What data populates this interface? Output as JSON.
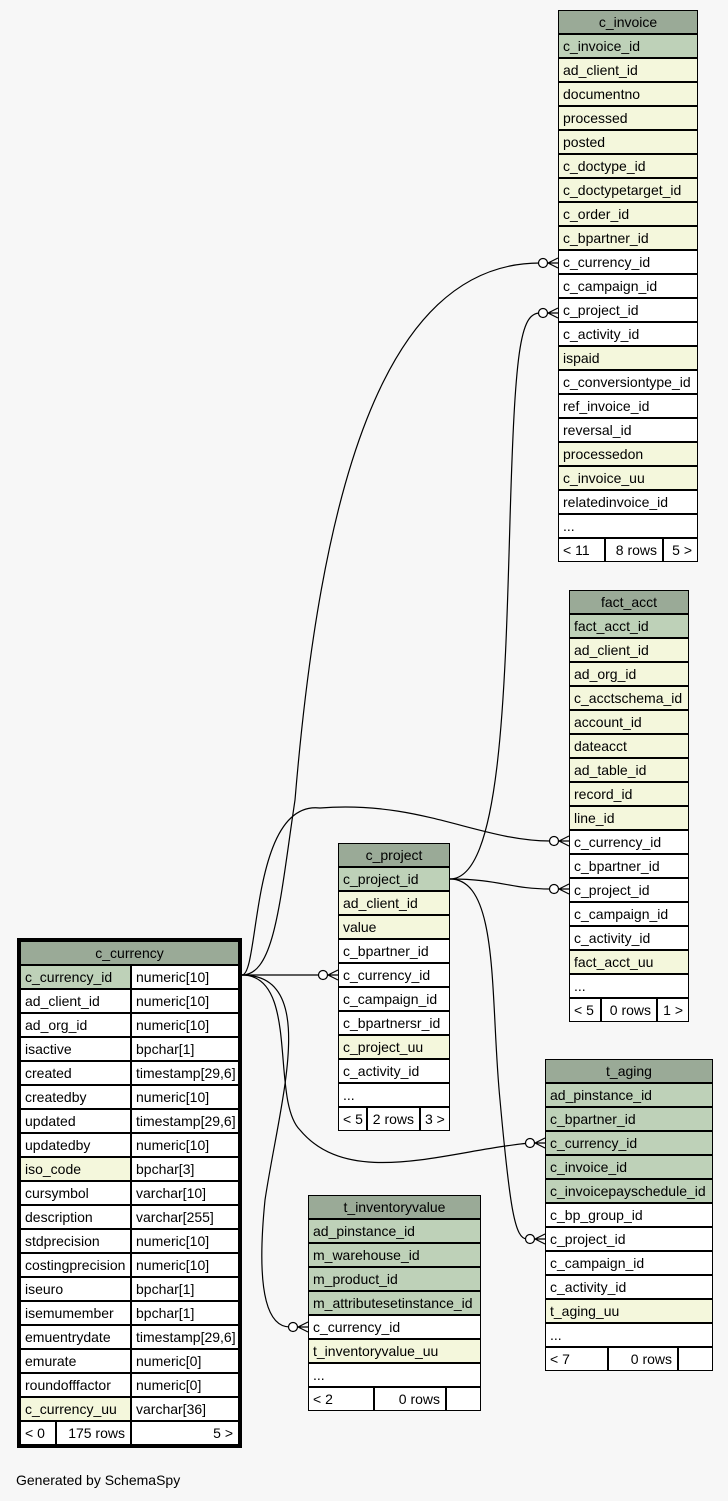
{
  "tables": {
    "c_invoice": {
      "name": "c_invoice",
      "rows": [
        "c_invoice_id",
        "ad_client_id",
        "documentno",
        "processed",
        "posted",
        "c_doctype_id",
        "c_doctypetarget_id",
        "c_order_id",
        "c_bpartner_id",
        "c_currency_id",
        "c_campaign_id",
        "c_project_id",
        "c_activity_id",
        "ispaid",
        "c_conversiontype_id",
        "ref_invoice_id",
        "reversal_id",
        "processedon",
        "c_invoice_uu",
        "relatedinvoice_id",
        "..."
      ],
      "footer": {
        "left": "< 11",
        "mid": "8 rows",
        "right": "5 >"
      }
    },
    "fact_acct": {
      "name": "fact_acct",
      "rows": [
        "fact_acct_id",
        "ad_client_id",
        "ad_org_id",
        "c_acctschema_id",
        "account_id",
        "dateacct",
        "ad_table_id",
        "record_id",
        "line_id",
        "c_currency_id",
        "c_bpartner_id",
        "c_project_id",
        "c_campaign_id",
        "c_activity_id",
        "fact_acct_uu",
        "..."
      ],
      "footer": {
        "left": "< 5",
        "mid": "0 rows",
        "right": "1 >"
      }
    },
    "c_project": {
      "name": "c_project",
      "rows": [
        "c_project_id",
        "ad_client_id",
        "value",
        "c_bpartner_id",
        "c_currency_id",
        "c_campaign_id",
        "c_bpartnersr_id",
        "c_project_uu",
        "c_activity_id",
        "..."
      ],
      "footer": {
        "left": "< 5",
        "mid": "2 rows",
        "right": "3 >"
      }
    },
    "c_currency": {
      "name": "c_currency",
      "columns": [
        [
          "c_currency_id",
          "numeric[10]"
        ],
        [
          "ad_client_id",
          "numeric[10]"
        ],
        [
          "ad_org_id",
          "numeric[10]"
        ],
        [
          "isactive",
          "bpchar[1]"
        ],
        [
          "created",
          "timestamp[29,6]"
        ],
        [
          "createdby",
          "numeric[10]"
        ],
        [
          "updated",
          "timestamp[29,6]"
        ],
        [
          "updatedby",
          "numeric[10]"
        ],
        [
          "iso_code",
          "bpchar[3]"
        ],
        [
          "cursymbol",
          "varchar[10]"
        ],
        [
          "description",
          "varchar[255]"
        ],
        [
          "stdprecision",
          "numeric[10]"
        ],
        [
          "costingprecision",
          "numeric[10]"
        ],
        [
          "iseuro",
          "bpchar[1]"
        ],
        [
          "isemumember",
          "bpchar[1]"
        ],
        [
          "emuentrydate",
          "timestamp[29,6]"
        ],
        [
          "emurate",
          "numeric[0]"
        ],
        [
          "roundofffactor",
          "numeric[0]"
        ],
        [
          "c_currency_uu",
          "varchar[36]"
        ]
      ],
      "footer": {
        "left": "< 0",
        "mid": "175 rows",
        "right": "5 >"
      }
    },
    "t_aging": {
      "name": "t_aging",
      "rows": [
        "ad_pinstance_id",
        "c_bpartner_id",
        "c_currency_id",
        "c_invoice_id",
        "c_invoicepayschedule_id",
        "c_bp_group_id",
        "c_project_id",
        "c_campaign_id",
        "c_activity_id",
        "t_aging_uu",
        "..."
      ],
      "footer": {
        "left": "< 7",
        "mid": "0 rows",
        "right": ""
      }
    },
    "t_inventoryvalue": {
      "name": "t_inventoryvalue",
      "rows": [
        "ad_pinstance_id",
        "m_warehouse_id",
        "m_product_id",
        "m_attributesetinstance_id",
        "c_currency_id",
        "t_inventoryvalue_uu",
        "..."
      ],
      "footer": {
        "left": "< 2",
        "mid": "0 rows",
        "right": ""
      }
    }
  },
  "footer_text": "Generated by SchemaSpy",
  "colors": {
    "header": "#9aaa97",
    "primary_key": "#bed1b8",
    "indexed": "#f4f7dc",
    "plain": "#ffffff",
    "background": "#f7f7f7"
  }
}
